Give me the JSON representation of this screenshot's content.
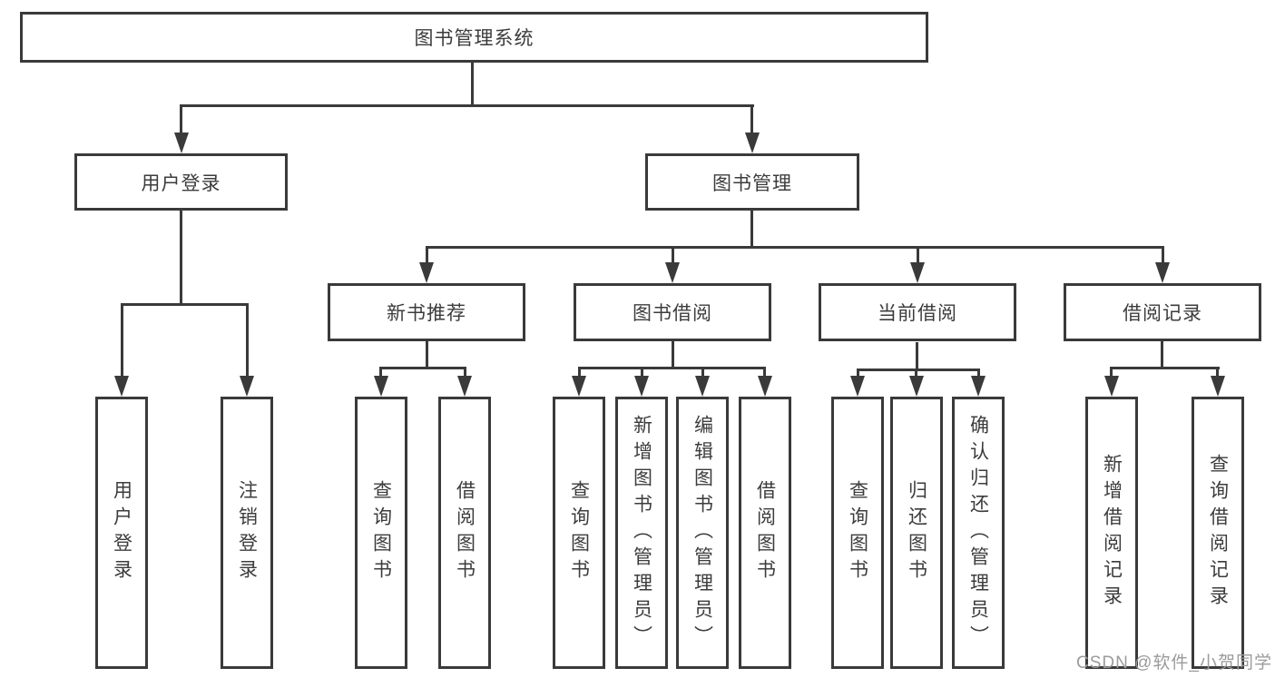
{
  "diagram": {
    "title": "图书管理系统",
    "root_label": "图书管理系统",
    "level2": {
      "user_login": "用户登录",
      "book_management": "图书管理"
    },
    "level3": {
      "new_book_recommend": "新书推荐",
      "book_borrow": "图书借阅",
      "current_borrow": "当前借阅",
      "borrow_record": "借阅记录"
    },
    "leaves": {
      "user_login": "用户登录",
      "logout": "注销登录",
      "recommend_query_books": "查询图书",
      "recommend_borrow_books": "借阅图书",
      "borrow_query_books": "查询图书",
      "borrow_add_books": "新增图书（管理员）",
      "borrow_edit_books": "编辑图书（管理员）",
      "borrow_borrow_books": "借阅图书",
      "current_query_books": "查询图书",
      "current_return_books": "归还图书",
      "current_confirm_return": "确认归还（管理员）",
      "record_add": "新增借阅记录",
      "record_query": "查询借阅记录"
    },
    "line_color": "#3a3a3a"
  },
  "watermark": {
    "text": "CSDN @软件_小贺同学",
    "color": "#9b9b9b"
  }
}
